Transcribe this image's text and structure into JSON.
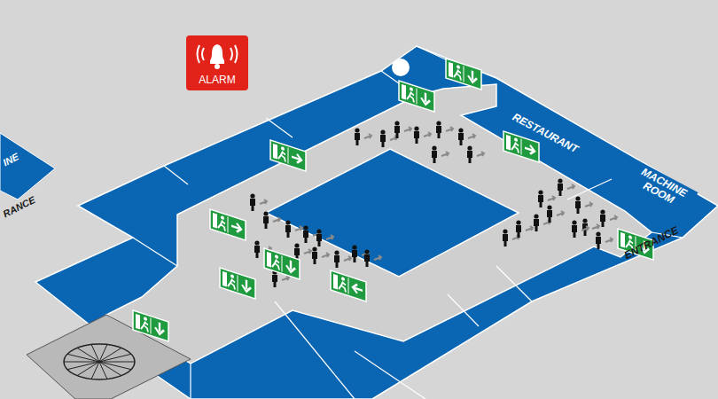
{
  "diagram": {
    "nodes": [
      {
        "text": [
          "ALARM"
        ]
      },
      {
        "text": [
          "RESTAURANT"
        ]
      },
      {
        "text": [
          "MACHINE ROOM"
        ]
      }
    ],
    "labels": [
      "ENTRANCE",
      "INE",
      "RANCE"
    ]
  }
}
